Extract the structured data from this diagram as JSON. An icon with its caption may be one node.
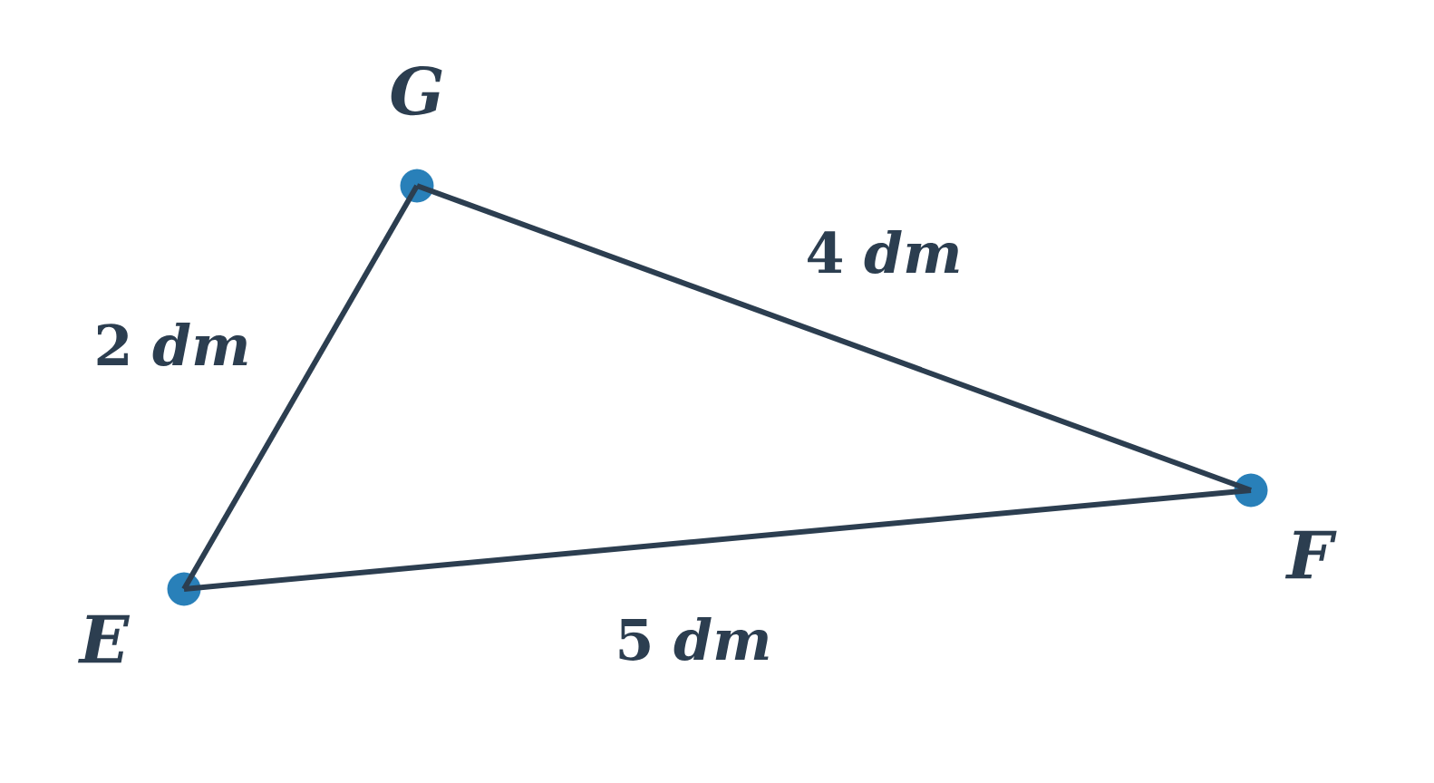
{
  "diagram": {
    "nodes": [
      {
        "text": [],
        "shape": "circle",
        "beside": [
          "G"
        ]
      },
      {
        "text": [],
        "shape": "circle",
        "beside": [
          "F"
        ]
      },
      {
        "text": [],
        "shape": "circle",
        "beside": [
          "E"
        ]
      }
    ],
    "edges": [
      {
        "from": 2,
        "to": 0,
        "arrow": "none",
        "label": "2 *dm*"
      },
      {
        "from": 0,
        "to": 1,
        "arrow": "none",
        "label": "4 *dm*"
      },
      {
        "from": 1,
        "to": 2,
        "arrow": "none",
        "label": "5 *dm*"
      }
    ]
  }
}
